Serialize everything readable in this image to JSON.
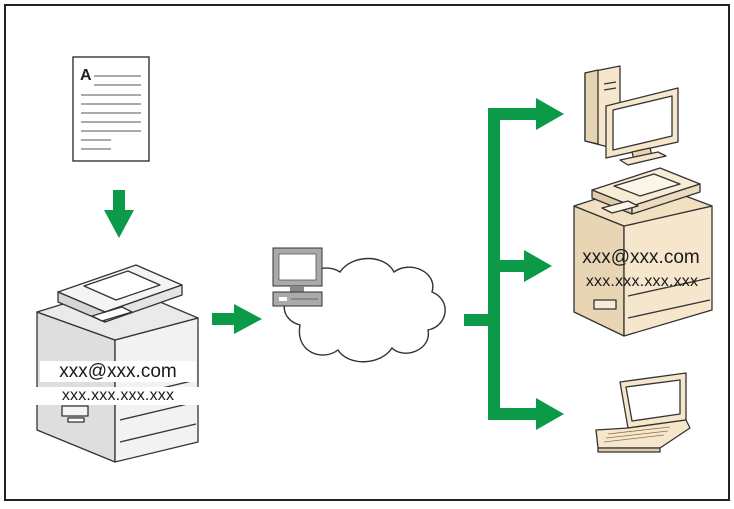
{
  "source_document": {
    "letter": "A"
  },
  "source_device": {
    "email": "xxx@xxx.com",
    "ip": "xxx.xxx.xxx.xxx"
  },
  "destination_device": {
    "email": "xxx@xxx.com",
    "ip": "xxx.xxx.xxx.xxx"
  },
  "icons": [
    "document-icon",
    "down-arrow-icon",
    "multifunction-printer-icon",
    "right-arrow-icon",
    "server-computer-icon",
    "network-cloud-icon",
    "branch-arrow-icon",
    "desktop-computer-icon",
    "multifunction-printer-icon",
    "laptop-icon"
  ],
  "colors": {
    "arrow_green": "#0a9a48",
    "frame": "#222222",
    "device_beige": "#f6e6cc",
    "device_gray": "#e8e8e8",
    "outline": "#333333"
  }
}
